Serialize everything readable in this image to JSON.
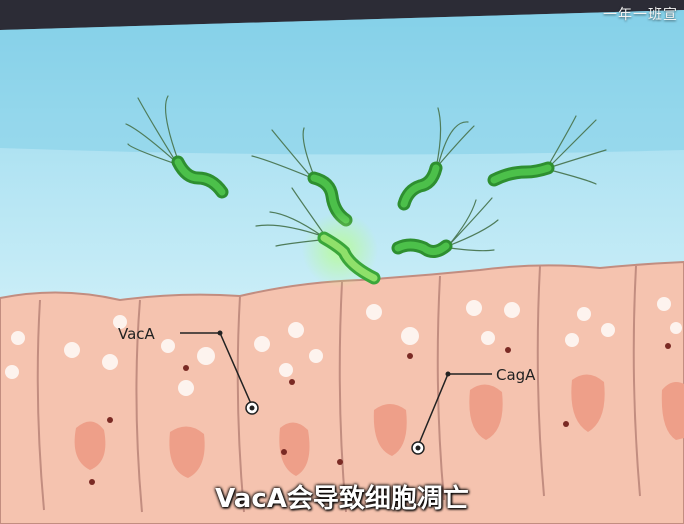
{
  "watermark": "一年一班宣",
  "subtitle": "VacA会导致细胞凋亡",
  "labels": {
    "vaca": "VacA",
    "caga": "CagA"
  },
  "colors": {
    "background_dark": "#2a2a35",
    "mucus_blue": "#8fd6ec",
    "mucus_light": "#c4ecf7",
    "cell_pink": "#f6c2ae",
    "nucleus": "#ee9e88",
    "bacteria_green": "#3dae3c"
  }
}
